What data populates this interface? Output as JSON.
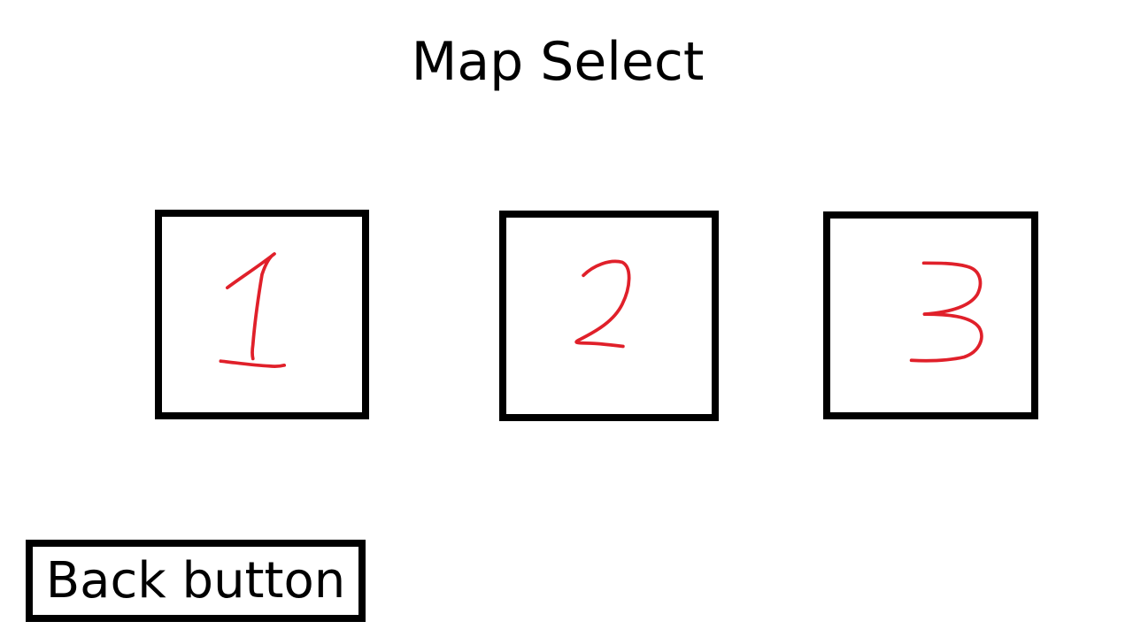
{
  "screen": {
    "title": "Map Select"
  },
  "maps": [
    {
      "label": "1",
      "ink_color": "#e0202a"
    },
    {
      "label": "2",
      "ink_color": "#e0202a"
    },
    {
      "label": "3",
      "ink_color": "#e0202a"
    }
  ],
  "back_button": {
    "label": "Back button"
  },
  "colors": {
    "background": "#ffffff",
    "border": "#000000",
    "ink": "#e0202a"
  }
}
